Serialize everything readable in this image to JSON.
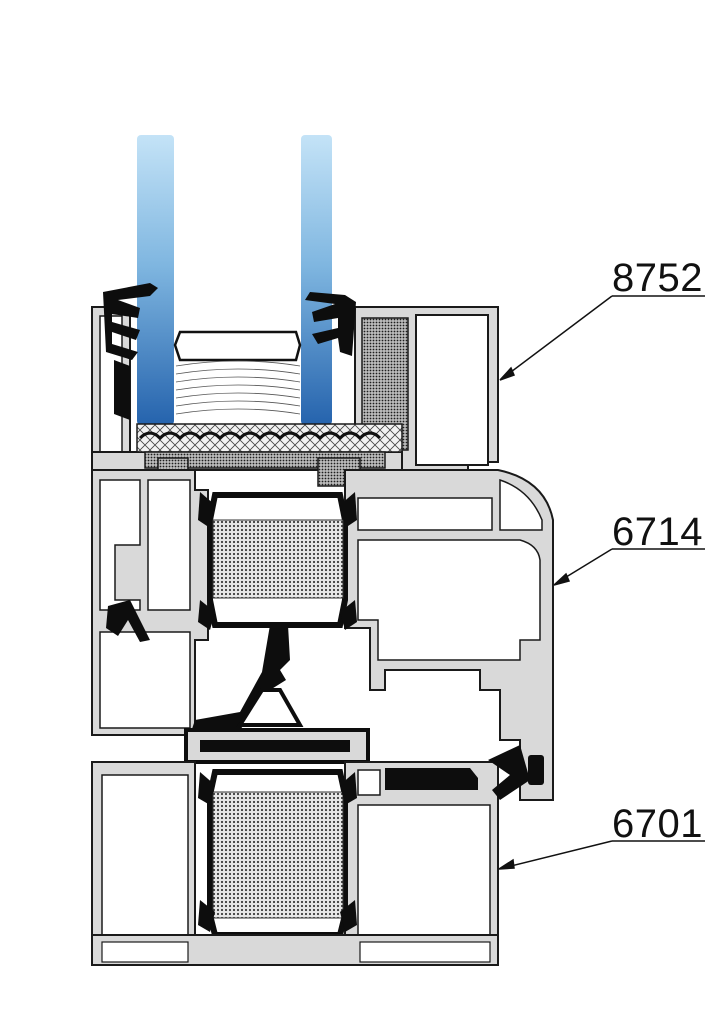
{
  "callouts": [
    {
      "id": "8752",
      "label": "8752"
    },
    {
      "id": "6714",
      "label": "6714"
    },
    {
      "id": "6701",
      "label": "6701"
    }
  ],
  "colors": {
    "profile_fill": "#d9d9d9",
    "profile_stroke": "#1a1a1a",
    "gasket": "#0d0d0d",
    "glass_top": "#bfe0f5",
    "glass_bottom": "#2a6fb6",
    "insulation": "#777777",
    "background": "#ffffff"
  }
}
